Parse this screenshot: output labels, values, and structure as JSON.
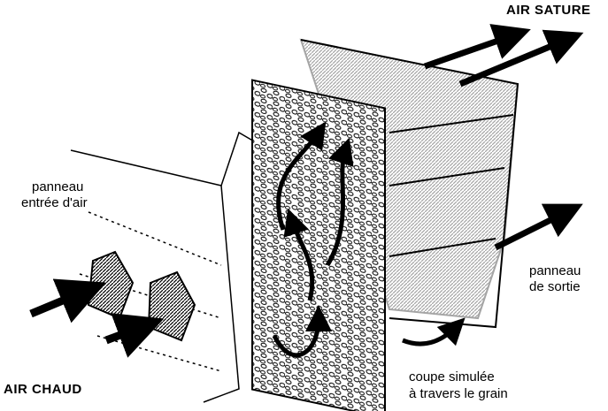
{
  "labels": {
    "air_sature": "AIR SATURE",
    "inlet_panel": [
      "panneau",
      "entrée d'air"
    ],
    "outlet_panel": [
      "panneau",
      "de sortie"
    ],
    "air_chaud": "AIR CHAUD",
    "section": [
      "coupe simulée",
      "à travers le grain"
    ]
  }
}
